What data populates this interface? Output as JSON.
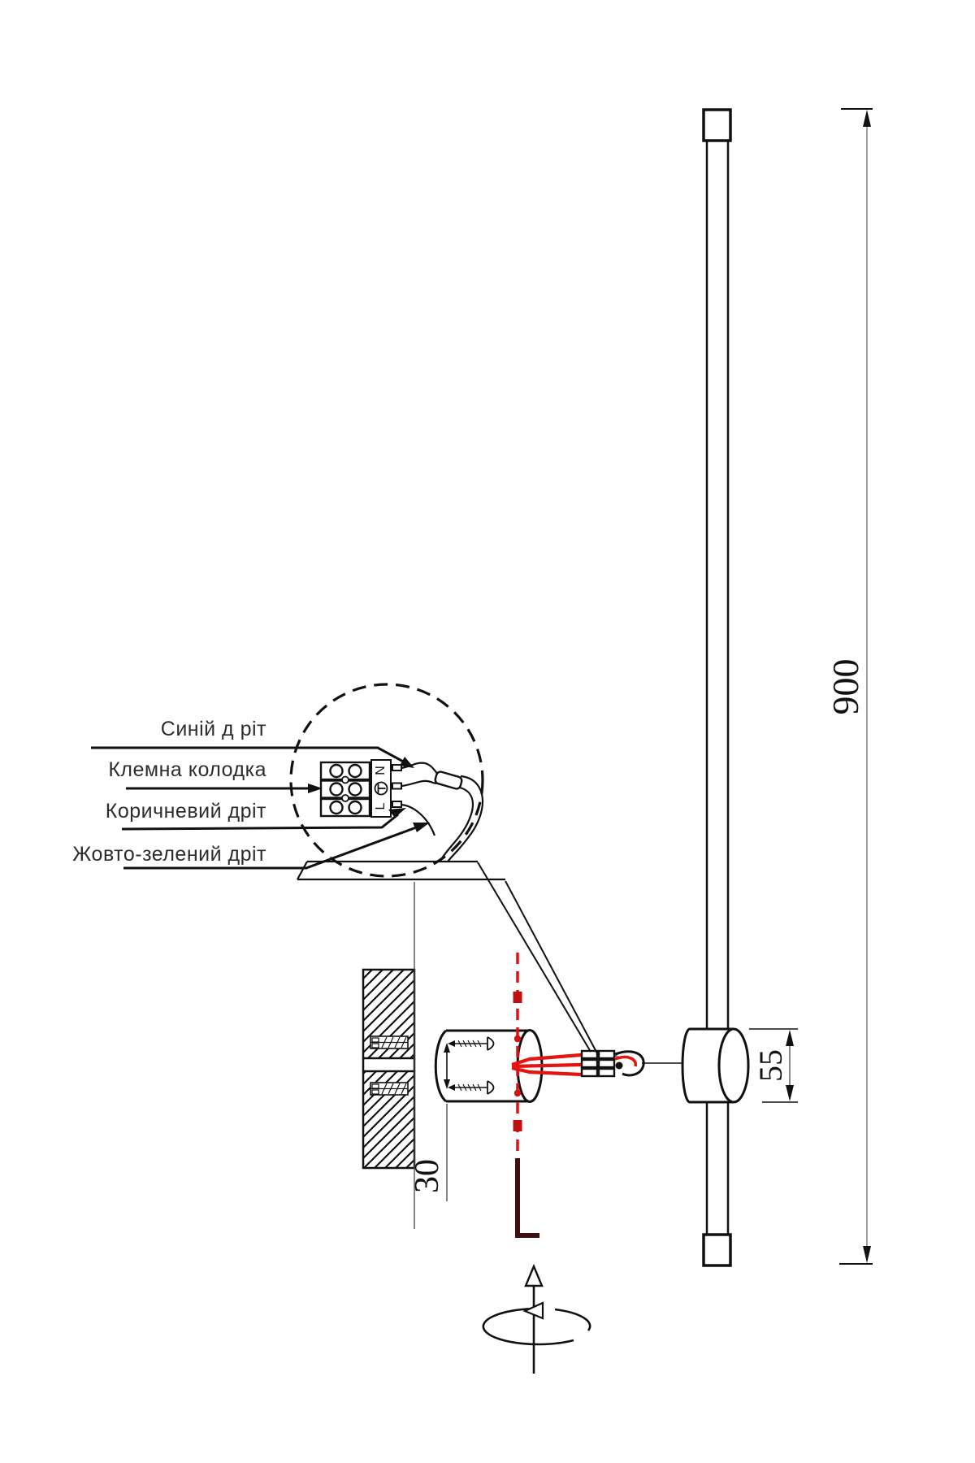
{
  "callouts": {
    "blue_wire": "Синій д ріт",
    "terminal_block": "Клемна колодка",
    "brown_wire": "Коричневий дріт",
    "yellow_green_wire": "Жовто-зелений дріт"
  },
  "dimensions": {
    "lamp_length": "900",
    "base_diameter": "55",
    "wall_offset": "30"
  },
  "terminal_markings": {
    "neutral": "N",
    "line": "L",
    "small_neutral": "N"
  },
  "colors": {
    "line": "#111111",
    "dim_line": "#777777",
    "wire_red": "#e41410",
    "centerline_red": "#e01010",
    "centerline_dark": "#3f0e0e"
  }
}
